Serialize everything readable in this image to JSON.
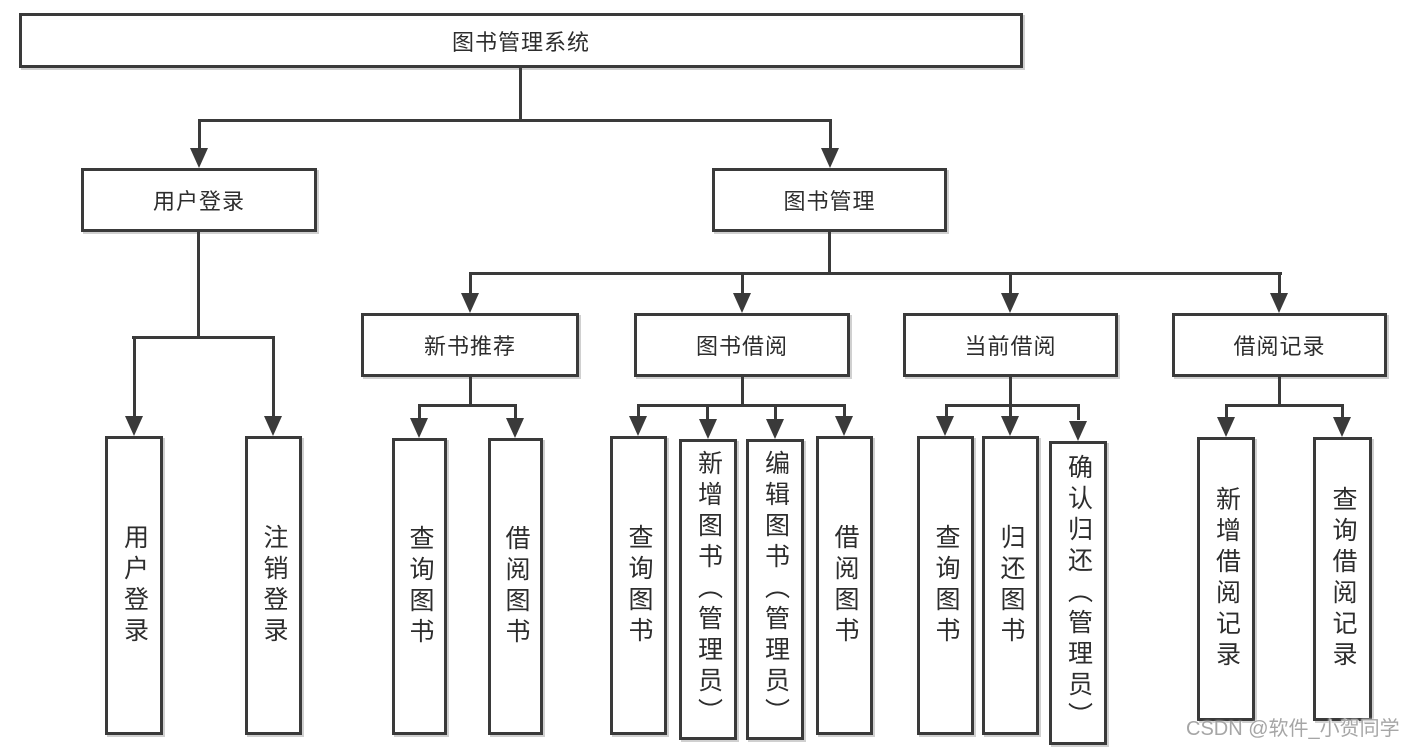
{
  "diagram_title": "图书管理系统",
  "nodes": {
    "root": "图书管理系统",
    "user_login": "用户登录",
    "book_mgmt": "图书管理",
    "leaf_user_login": "用户登录",
    "leaf_logout": "注销登录",
    "new_book_rec": "新书推荐",
    "book_borrow": "图书借阅",
    "current_borrow": "当前借阅",
    "borrow_record": "借阅记录",
    "nbr_query_book": "查询图书",
    "nbr_borrow_book": "借阅图书",
    "bb_query_book": "查询图书",
    "bb_add_book": "新增图书（管理员）",
    "bb_edit_book": "编辑图书（管理员）",
    "bb_borrow_book": "借阅图书",
    "cb_query_book": "查询图书",
    "cb_return_book": "归还图书",
    "cb_confirm_return": "确认归还（管理员）",
    "br_add_record": "新增借阅记录",
    "br_query_record": "查询借阅记录"
  },
  "structure": {
    "root": "图书管理系统",
    "children": [
      {
        "label": "用户登录",
        "children": [
          "用户登录",
          "注销登录"
        ]
      },
      {
        "label": "图书管理",
        "children": [
          {
            "label": "新书推荐",
            "children": [
              "查询图书",
              "借阅图书"
            ]
          },
          {
            "label": "图书借阅",
            "children": [
              "查询图书",
              "新增图书（管理员）",
              "编辑图书（管理员）",
              "借阅图书"
            ]
          },
          {
            "label": "当前借阅",
            "children": [
              "查询图书",
              "归还图书",
              "确认归还（管理员）"
            ]
          },
          {
            "label": "借阅记录",
            "children": [
              "新增借阅记录",
              "查询借阅记录"
            ]
          }
        ]
      }
    ]
  },
  "watermark": {
    "text": "CSDN @软件_小贺同学",
    "color": "#a6a6a6"
  },
  "colors": {
    "line": "#3a3a3a",
    "box_border": "#3a3a3a",
    "text": "#2d2d2d",
    "background": "#ffffff"
  }
}
